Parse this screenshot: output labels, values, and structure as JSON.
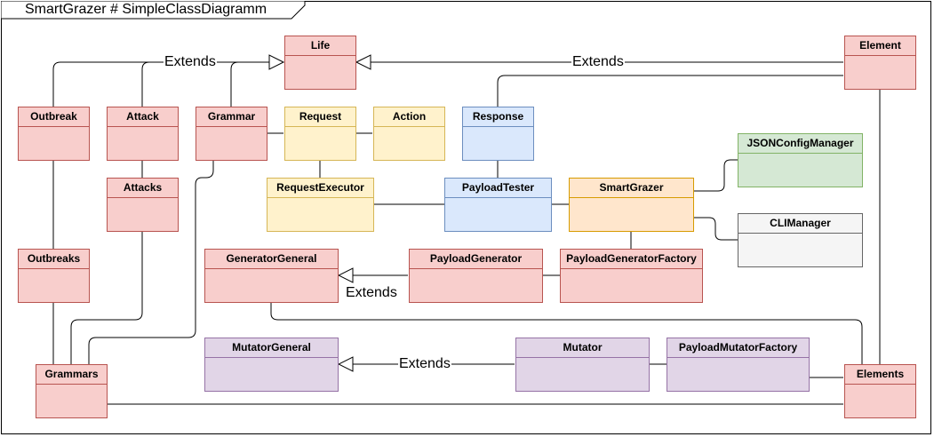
{
  "diagram": {
    "title": "SmartGrazer # SimpleClassDiagramm",
    "classes": {
      "life": "Life",
      "element": "Element",
      "outbreak": "Outbreak",
      "attack": "Attack",
      "grammar": "Grammar",
      "request": "Request",
      "action": "Action",
      "response": "Response",
      "json_config_manager": "JSONConfigManager",
      "attacks": "Attacks",
      "request_executor": "RequestExecutor",
      "payload_tester": "PayloadTester",
      "smart_grazer": "SmartGrazer",
      "cli_manager": "CLIManager",
      "outbreaks": "Outbreaks",
      "generator_general": "GeneratorGeneral",
      "payload_generator": "PayloadGenerator",
      "payload_generator_factory": "PayloadGeneratorFactory",
      "mutator_general": "MutatorGeneral",
      "mutator": "Mutator",
      "payload_mutator_factory": "PayloadMutatorFactory",
      "grammars": "Grammars",
      "elements": "Elements"
    },
    "edge_labels": {
      "extends_life": "Extends",
      "extends_element": "Extends",
      "extends_generator": "Extends",
      "extends_mutator": "Extends"
    },
    "colors": {
      "red_fill": "#f8cecc",
      "yellow_fill": "#fff2cc",
      "blue_fill": "#dae8fc",
      "orange_fill": "#ffe6cc",
      "green_fill": "#d5e8d4",
      "grey_fill": "#f5f5f5",
      "purple_fill": "#e1d5e7"
    }
  }
}
